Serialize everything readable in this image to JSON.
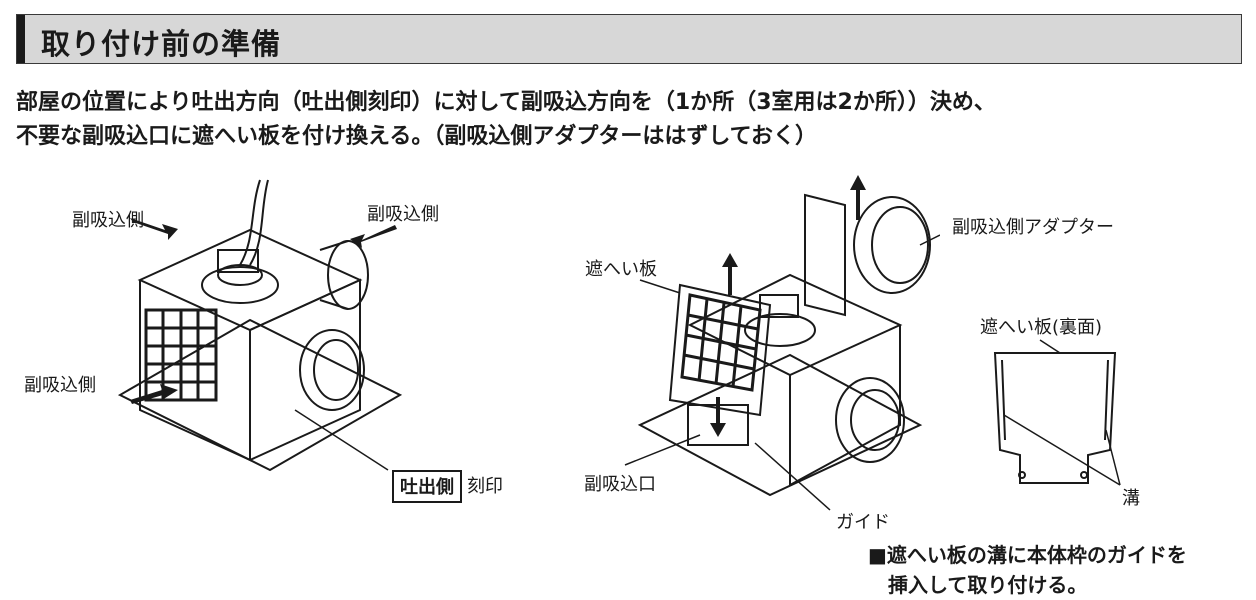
{
  "section": {
    "title": "取り付け前の準備"
  },
  "intro": {
    "line1": "部屋の位置により吐出方向（吐出側刻印）に対して副吸込方向を（1か所（3室用は2か所））決め、",
    "line2": "不要な副吸込口に遮へい板を付け換える。（副吸込側アダプターははずしておく）"
  },
  "figure_left": {
    "label_top_left": "副吸込側",
    "label_top_right": "副吸込側",
    "label_left": "副吸込側",
    "stamp_box": "吐出側",
    "stamp_text": "刻印"
  },
  "figure_right": {
    "label_shield": "遮へい板",
    "label_adapter": "副吸込側アダプター",
    "label_inlet": "副吸込口",
    "label_guide": "ガイド"
  },
  "figure_panel": {
    "label_back": "遮へい板(裏面)",
    "label_groove": "溝"
  },
  "note": {
    "line1": "■遮へい板の溝に本体枠のガイドを",
    "line2": "挿入して取り付ける。"
  }
}
